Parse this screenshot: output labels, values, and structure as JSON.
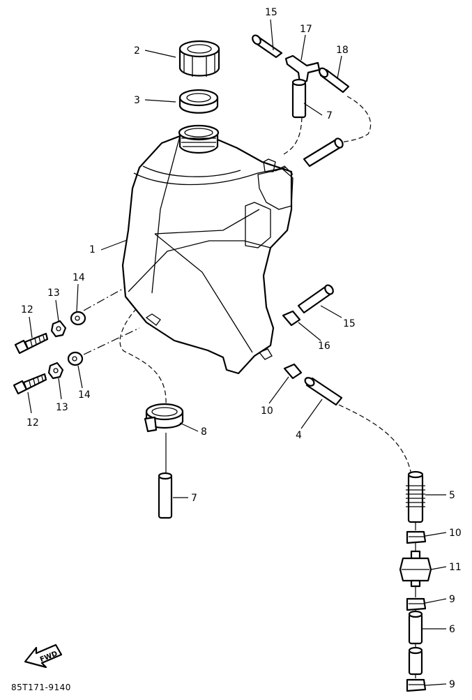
{
  "diagram": {
    "catalog_code": "85T171-9140",
    "fwd_label": "FWD",
    "callouts": {
      "tank": "1",
      "cap": "2",
      "gasket": "3",
      "hose_4": "4",
      "hose_5": "5",
      "hose_6": "6",
      "hose_7_upper": "7",
      "hose_7_lower": "7",
      "clamp_8": "8",
      "clip_9_a": "9",
      "clip_9_b": "9",
      "clip_10_left": "10",
      "clip_10_right": "10",
      "filter": "11",
      "bolt_12_upper": "12",
      "bolt_12_lower": "12",
      "washer_13_upper": "13",
      "washer_13_lower": "13",
      "grommet_14_upper": "14",
      "grommet_14_lower": "14",
      "hose_15_top": "15",
      "hose_15_mid": "15",
      "clip_16": "16",
      "joint_17": "17",
      "hose_18": "18"
    }
  }
}
